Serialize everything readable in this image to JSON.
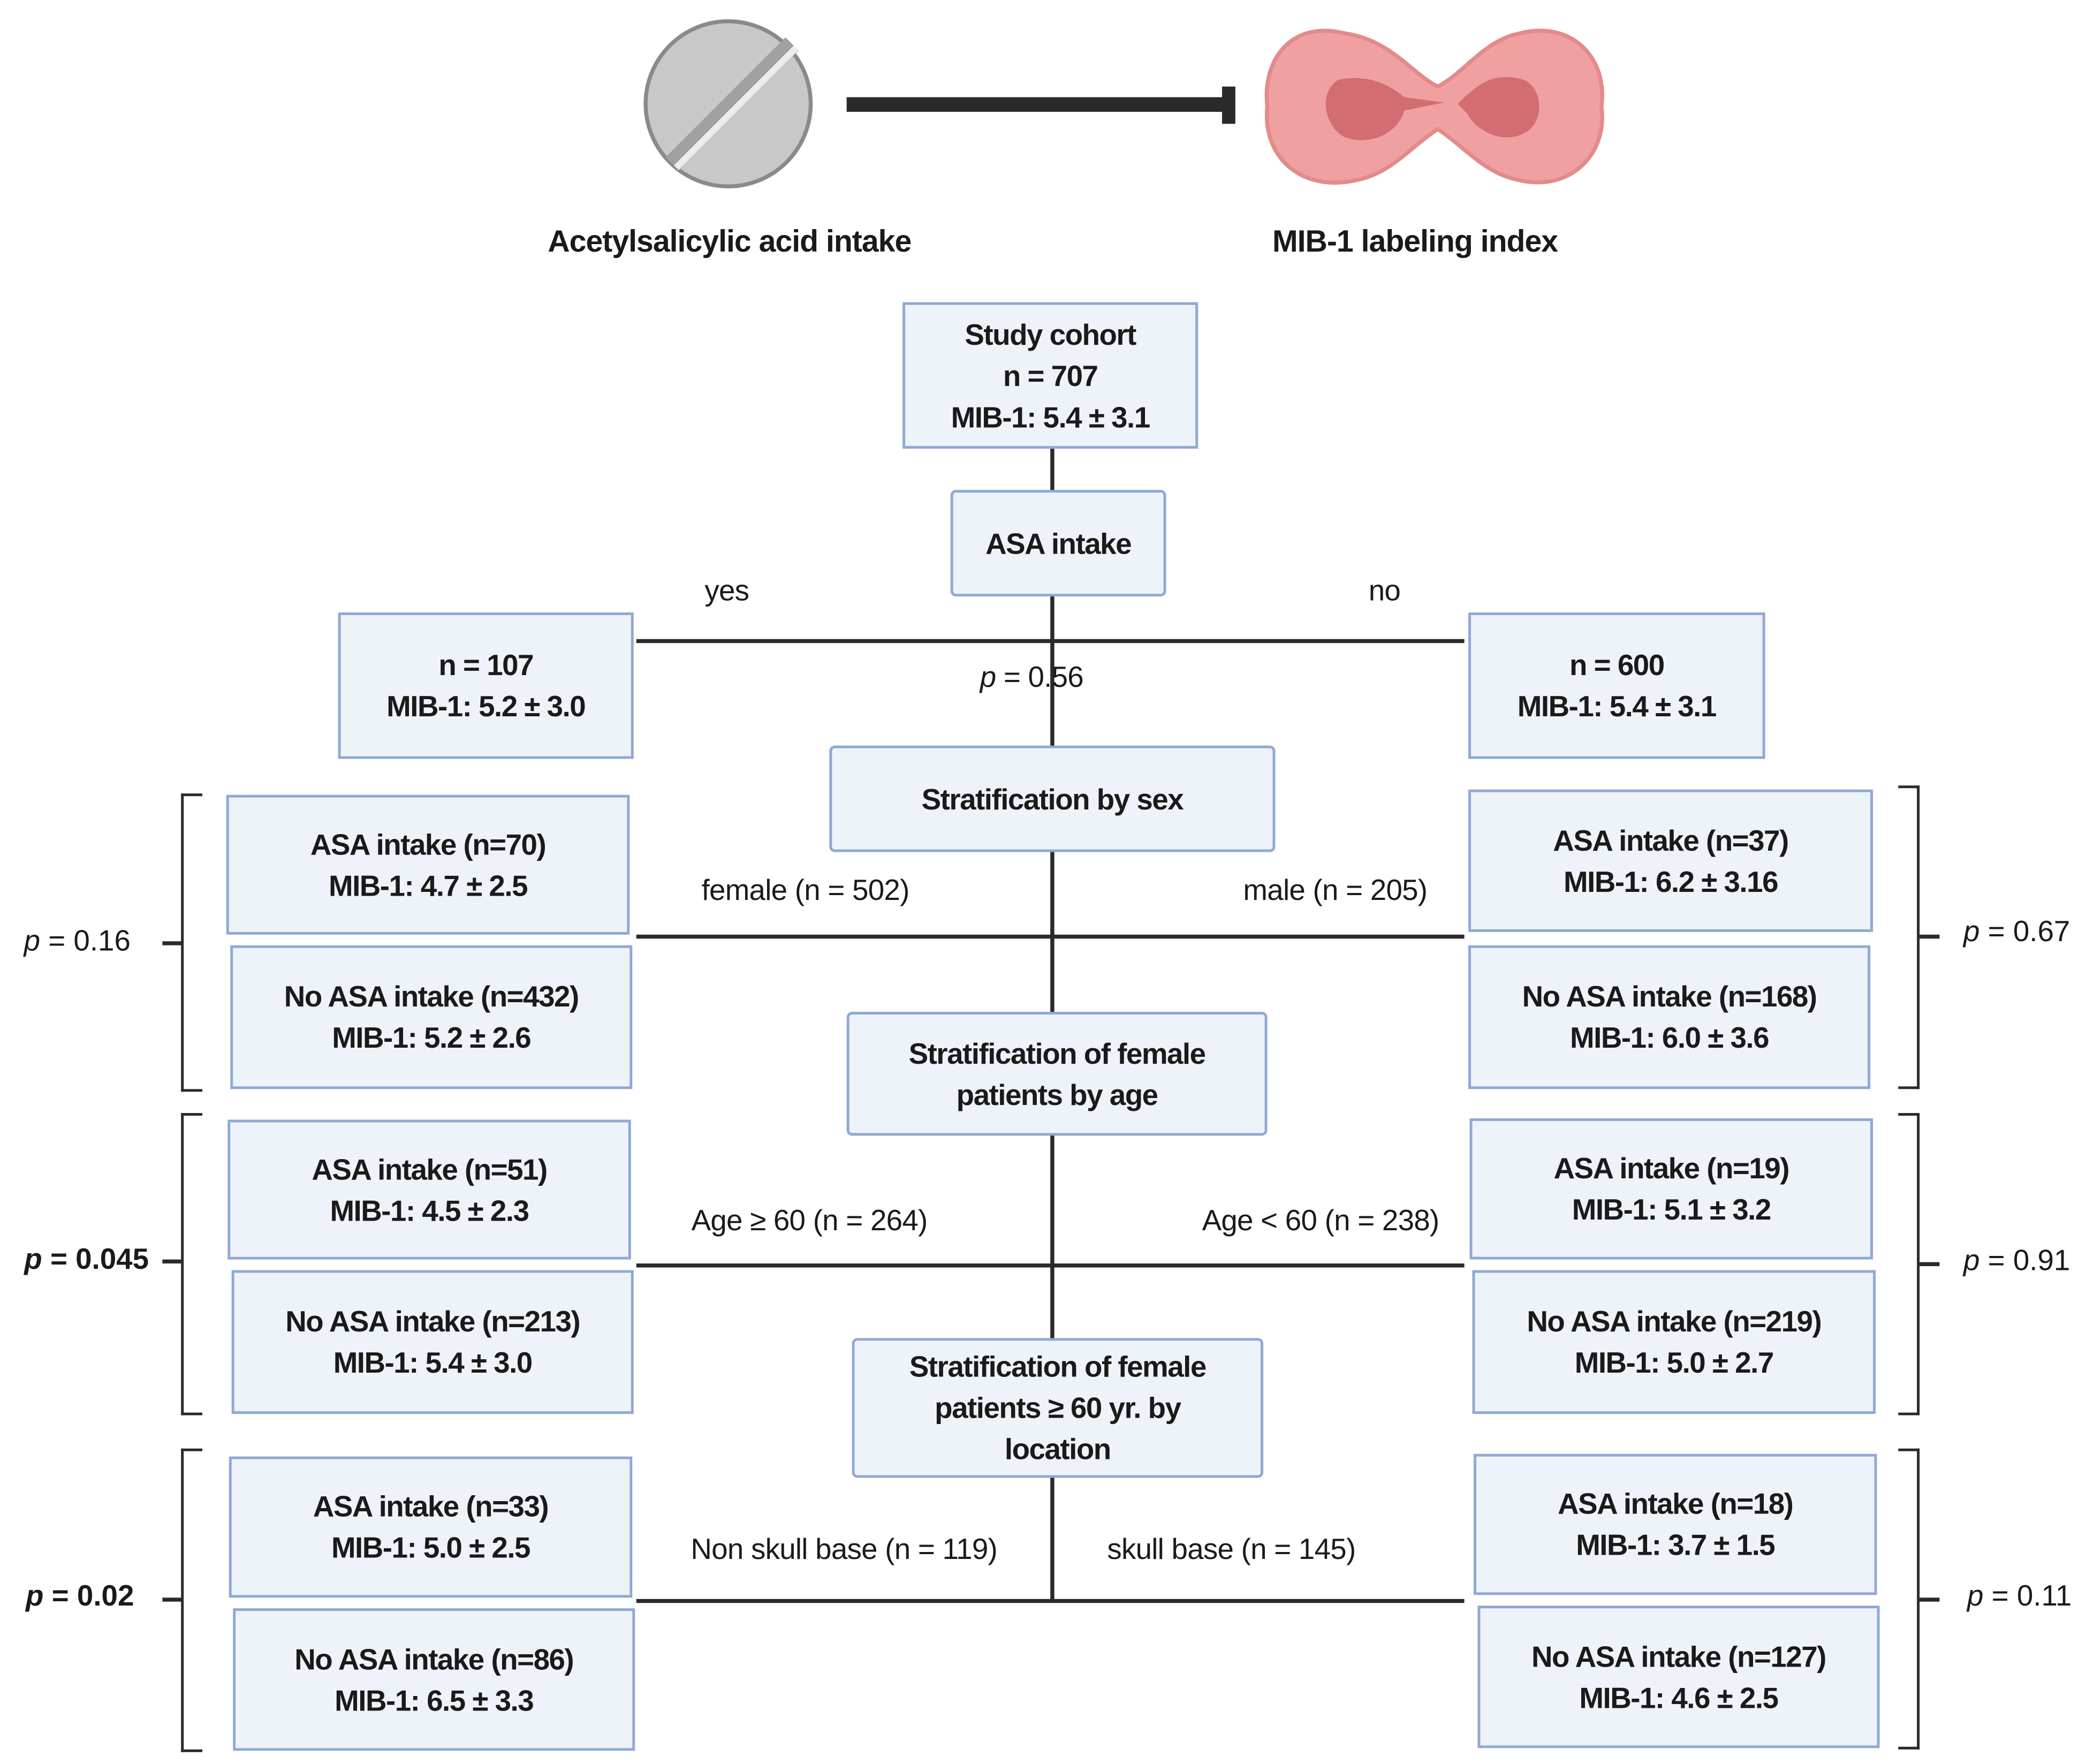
{
  "header": {
    "left_label": "Acetylsalicylic acid intake",
    "right_label": "MIB-1 labeling index",
    "left_icon": "pill-icon",
    "relation_icon": "inhibition-arrow-icon",
    "right_icon": "dividing-cell-icon"
  },
  "colors": {
    "box_fill": "#eef3fa",
    "box_border": "#8fa9d6",
    "cell": "#f0a0a0",
    "nucleus": "#d26e72",
    "pill": "#c8c8c8"
  },
  "root": {
    "lines": [
      "Study cohort",
      "n = 707",
      "MIB-1: 5.4 ± 3.1"
    ]
  },
  "asa_split": {
    "title": "ASA intake",
    "yes_label": "yes",
    "no_label": "no",
    "p_prefix": "p",
    "p_value": "= 0.56",
    "yes_box": [
      "n = 107",
      "MIB-1: 5.2 ± 3.0"
    ],
    "no_box": [
      "n = 600",
      "MIB-1: 5.4 ± 3.1"
    ]
  },
  "levels": [
    {
      "title": [
        "Stratification by sex"
      ],
      "left_label": "female (n = 502)",
      "right_label": "male (n = 205)",
      "left_p": "= 0.16",
      "left_significant": false,
      "right_p": "= 0.67",
      "right_significant": false,
      "left_boxes": [
        [
          "ASA intake (n=70)",
          "MIB-1: 4.7 ± 2.5"
        ],
        [
          "No ASA intake (n=432)",
          "MIB-1: 5.2 ± 2.6"
        ]
      ],
      "right_boxes": [
        [
          "ASA intake (n=37)",
          "MIB-1: 6.2 ± 3.16"
        ],
        [
          "No ASA intake (n=168)",
          "MIB-1: 6.0 ± 3.6"
        ]
      ]
    },
    {
      "title": [
        "Stratification of female",
        "patients by age"
      ],
      "left_label": "Age ≥ 60 (n = 264)",
      "right_label": "Age < 60 (n = 238)",
      "left_p": "= 0.045",
      "left_significant": true,
      "right_p": "= 0.91",
      "right_significant": false,
      "left_boxes": [
        [
          "ASA intake (n=51)",
          "MIB-1: 4.5 ± 2.3"
        ],
        [
          "No ASA intake (n=213)",
          "MIB-1: 5.4 ± 3.0"
        ]
      ],
      "right_boxes": [
        [
          "ASA intake (n=19)",
          "MIB-1: 5.1 ± 3.2"
        ],
        [
          "No ASA intake (n=219)",
          "MIB-1: 5.0 ± 2.7"
        ]
      ]
    },
    {
      "title": [
        "Stratification of female",
        "patients ≥ 60 yr. by",
        "location"
      ],
      "left_label": "Non skull base (n = 119)",
      "right_label": "skull base (n = 145)",
      "left_p": "= 0.02",
      "left_significant": true,
      "right_p": "= 0.11",
      "right_significant": false,
      "left_boxes": [
        [
          "ASA intake (n=33)",
          "MIB-1: 5.0 ± 2.5"
        ],
        [
          "No ASA intake (n=86)",
          "MIB-1: 6.5 ± 3.3"
        ]
      ],
      "right_boxes": [
        [
          "ASA intake (n=18)",
          "MIB-1: 3.7 ± 1.5"
        ],
        [
          "No ASA intake (n=127)",
          "MIB-1: 4.6 ± 2.5"
        ]
      ]
    }
  ]
}
